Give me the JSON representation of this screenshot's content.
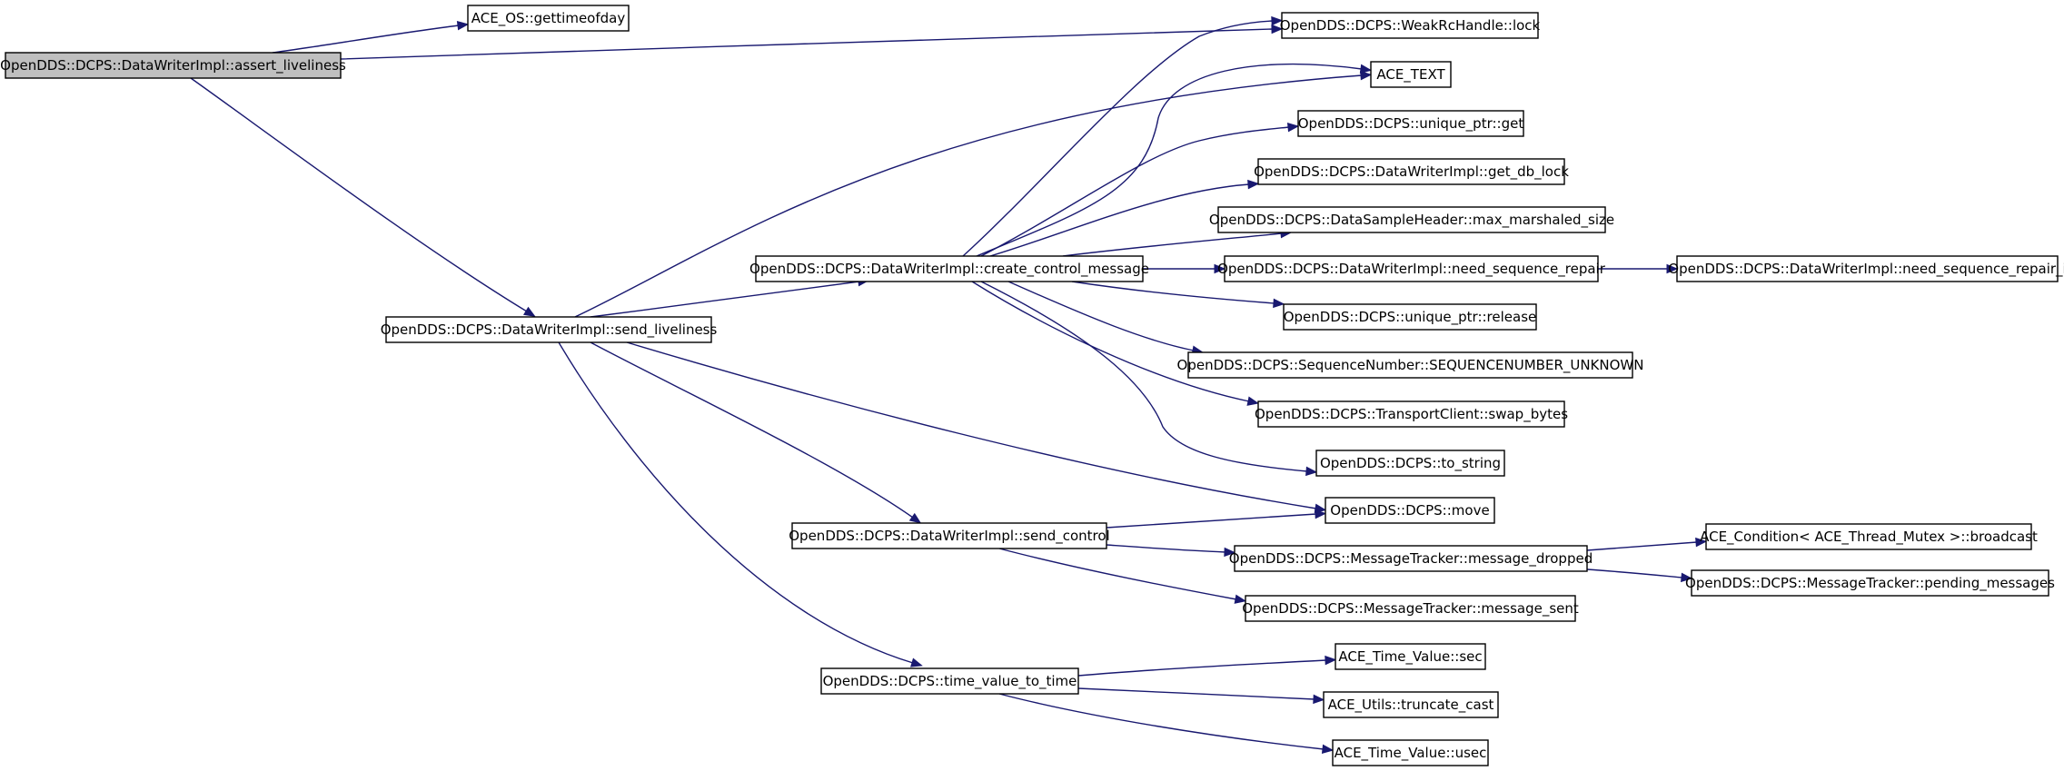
{
  "diagram": {
    "type": "call-graph",
    "colors": {
      "edge": "#191970",
      "node_border": "#000000",
      "node_fill": "#ffffff",
      "root_fill": "#bfbfbf",
      "background": "#ffffff"
    },
    "nodes": [
      {
        "id": "assert_liveliness",
        "label": "OpenDDS::DCPS::DataWriterImpl::assert_liveliness",
        "root": true
      },
      {
        "id": "gettimeofday",
        "label": "ACE_OS::gettimeofday"
      },
      {
        "id": "weakrc_lock",
        "label": "OpenDDS::DCPS::WeakRcHandle::lock"
      },
      {
        "id": "ace_text",
        "label": "ACE_TEXT"
      },
      {
        "id": "uptr_get",
        "label": "OpenDDS::DCPS::unique_ptr::get"
      },
      {
        "id": "get_db_lock",
        "label": "OpenDDS::DCPS::DataWriterImpl::get_db_lock"
      },
      {
        "id": "max_marshaled_size",
        "label": "OpenDDS::DCPS::DataSampleHeader::max_marshaled_size"
      },
      {
        "id": "create_control_message",
        "label": "OpenDDS::DCPS::DataWriterImpl::create_control_message"
      },
      {
        "id": "need_sequence_repair",
        "label": "OpenDDS::DCPS::DataWriterImpl::need_sequence_repair"
      },
      {
        "id": "need_sequence_repair_i",
        "label": "OpenDDS::DCPS::DataWriterImpl::need_sequence_repair_i"
      },
      {
        "id": "uptr_release",
        "label": "OpenDDS::DCPS::unique_ptr::release"
      },
      {
        "id": "send_liveliness",
        "label": "OpenDDS::DCPS::DataWriterImpl::send_liveliness"
      },
      {
        "id": "seqnum_unknown",
        "label": "OpenDDS::DCPS::SequenceNumber::SEQUENCENUMBER_UNKNOWN"
      },
      {
        "id": "swap_bytes",
        "label": "OpenDDS::DCPS::TransportClient::swap_bytes"
      },
      {
        "id": "to_string",
        "label": "OpenDDS::DCPS::to_string"
      },
      {
        "id": "move",
        "label": "OpenDDS::DCPS::move"
      },
      {
        "id": "send_control",
        "label": "OpenDDS::DCPS::DataWriterImpl::send_control"
      },
      {
        "id": "broadcast",
        "label": "ACE_Condition< ACE_Thread_Mutex >::broadcast"
      },
      {
        "id": "message_dropped",
        "label": "OpenDDS::DCPS::MessageTracker::message_dropped"
      },
      {
        "id": "pending_messages",
        "label": "OpenDDS::DCPS::MessageTracker::pending_messages"
      },
      {
        "id": "message_sent",
        "label": "OpenDDS::DCPS::MessageTracker::message_sent"
      },
      {
        "id": "tv_sec",
        "label": "ACE_Time_Value::sec"
      },
      {
        "id": "time_value_to_time",
        "label": "OpenDDS::DCPS::time_value_to_time"
      },
      {
        "id": "truncate_cast",
        "label": "ACE_Utils::truncate_cast"
      },
      {
        "id": "tv_usec",
        "label": "ACE_Time_Value::usec"
      }
    ],
    "edges": [
      {
        "from": "assert_liveliness",
        "to": "gettimeofday"
      },
      {
        "from": "assert_liveliness",
        "to": "weakrc_lock"
      },
      {
        "from": "assert_liveliness",
        "to": "send_liveliness"
      },
      {
        "from": "send_liveliness",
        "to": "ace_text"
      },
      {
        "from": "send_liveliness",
        "to": "create_control_message"
      },
      {
        "from": "send_liveliness",
        "to": "move"
      },
      {
        "from": "send_liveliness",
        "to": "send_control"
      },
      {
        "from": "send_liveliness",
        "to": "time_value_to_time"
      },
      {
        "from": "create_control_message",
        "to": "weakrc_lock"
      },
      {
        "from": "create_control_message",
        "to": "ace_text"
      },
      {
        "from": "create_control_message",
        "to": "uptr_get"
      },
      {
        "from": "create_control_message",
        "to": "get_db_lock"
      },
      {
        "from": "create_control_message",
        "to": "max_marshaled_size"
      },
      {
        "from": "create_control_message",
        "to": "need_sequence_repair"
      },
      {
        "from": "create_control_message",
        "to": "uptr_release"
      },
      {
        "from": "create_control_message",
        "to": "seqnum_unknown"
      },
      {
        "from": "create_control_message",
        "to": "swap_bytes"
      },
      {
        "from": "create_control_message",
        "to": "to_string"
      },
      {
        "from": "need_sequence_repair",
        "to": "need_sequence_repair_i"
      },
      {
        "from": "send_control",
        "to": "move"
      },
      {
        "from": "send_control",
        "to": "message_dropped"
      },
      {
        "from": "send_control",
        "to": "message_sent"
      },
      {
        "from": "message_dropped",
        "to": "broadcast"
      },
      {
        "from": "message_dropped",
        "to": "pending_messages"
      },
      {
        "from": "time_value_to_time",
        "to": "tv_sec"
      },
      {
        "from": "time_value_to_time",
        "to": "truncate_cast"
      },
      {
        "from": "time_value_to_time",
        "to": "tv_usec"
      }
    ]
  }
}
